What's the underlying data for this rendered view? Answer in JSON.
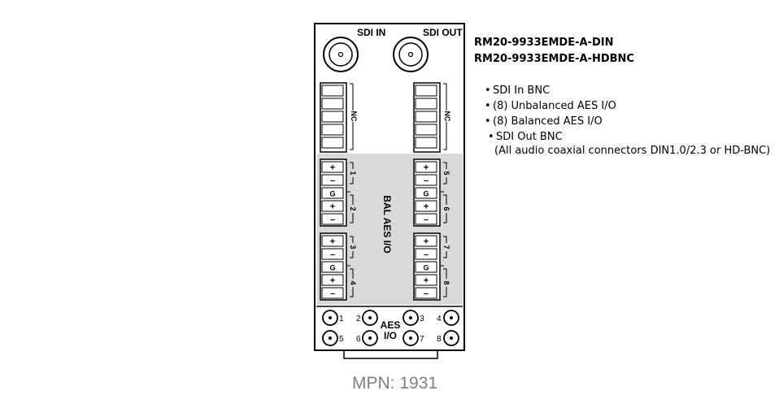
{
  "card": {
    "sdi_in_label": "SDI IN",
    "sdi_out_label": "SDI OUT",
    "nc_label": "NC",
    "bal_aes_label": "BAL AES I/O",
    "aes_label_line1": "AES",
    "aes_label_line2": "I/O",
    "pin_plus": "+",
    "pin_minus": "–",
    "pin_ground": "G",
    "channels": [
      "1",
      "2",
      "3",
      "4",
      "5",
      "6",
      "7",
      "8"
    ],
    "colors": {
      "shaded_panel": "#d9d9d9",
      "outline": "#000000"
    }
  },
  "models": {
    "din": "RM20-9933EMDE-A-DIN",
    "hdbnc": "RM20-9933EMDE-A-HDBNC"
  },
  "features": [
    "SDI In BNC",
    "(8) Unbalanced AES I/O",
    "(8) Balanced AES I/O",
    "SDI Out BNC"
  ],
  "bullet_char": "•",
  "note": "(All audio coaxial connectors DIN1.0/2.3 or HD-BNC)",
  "mpn": "MPN: 1931"
}
